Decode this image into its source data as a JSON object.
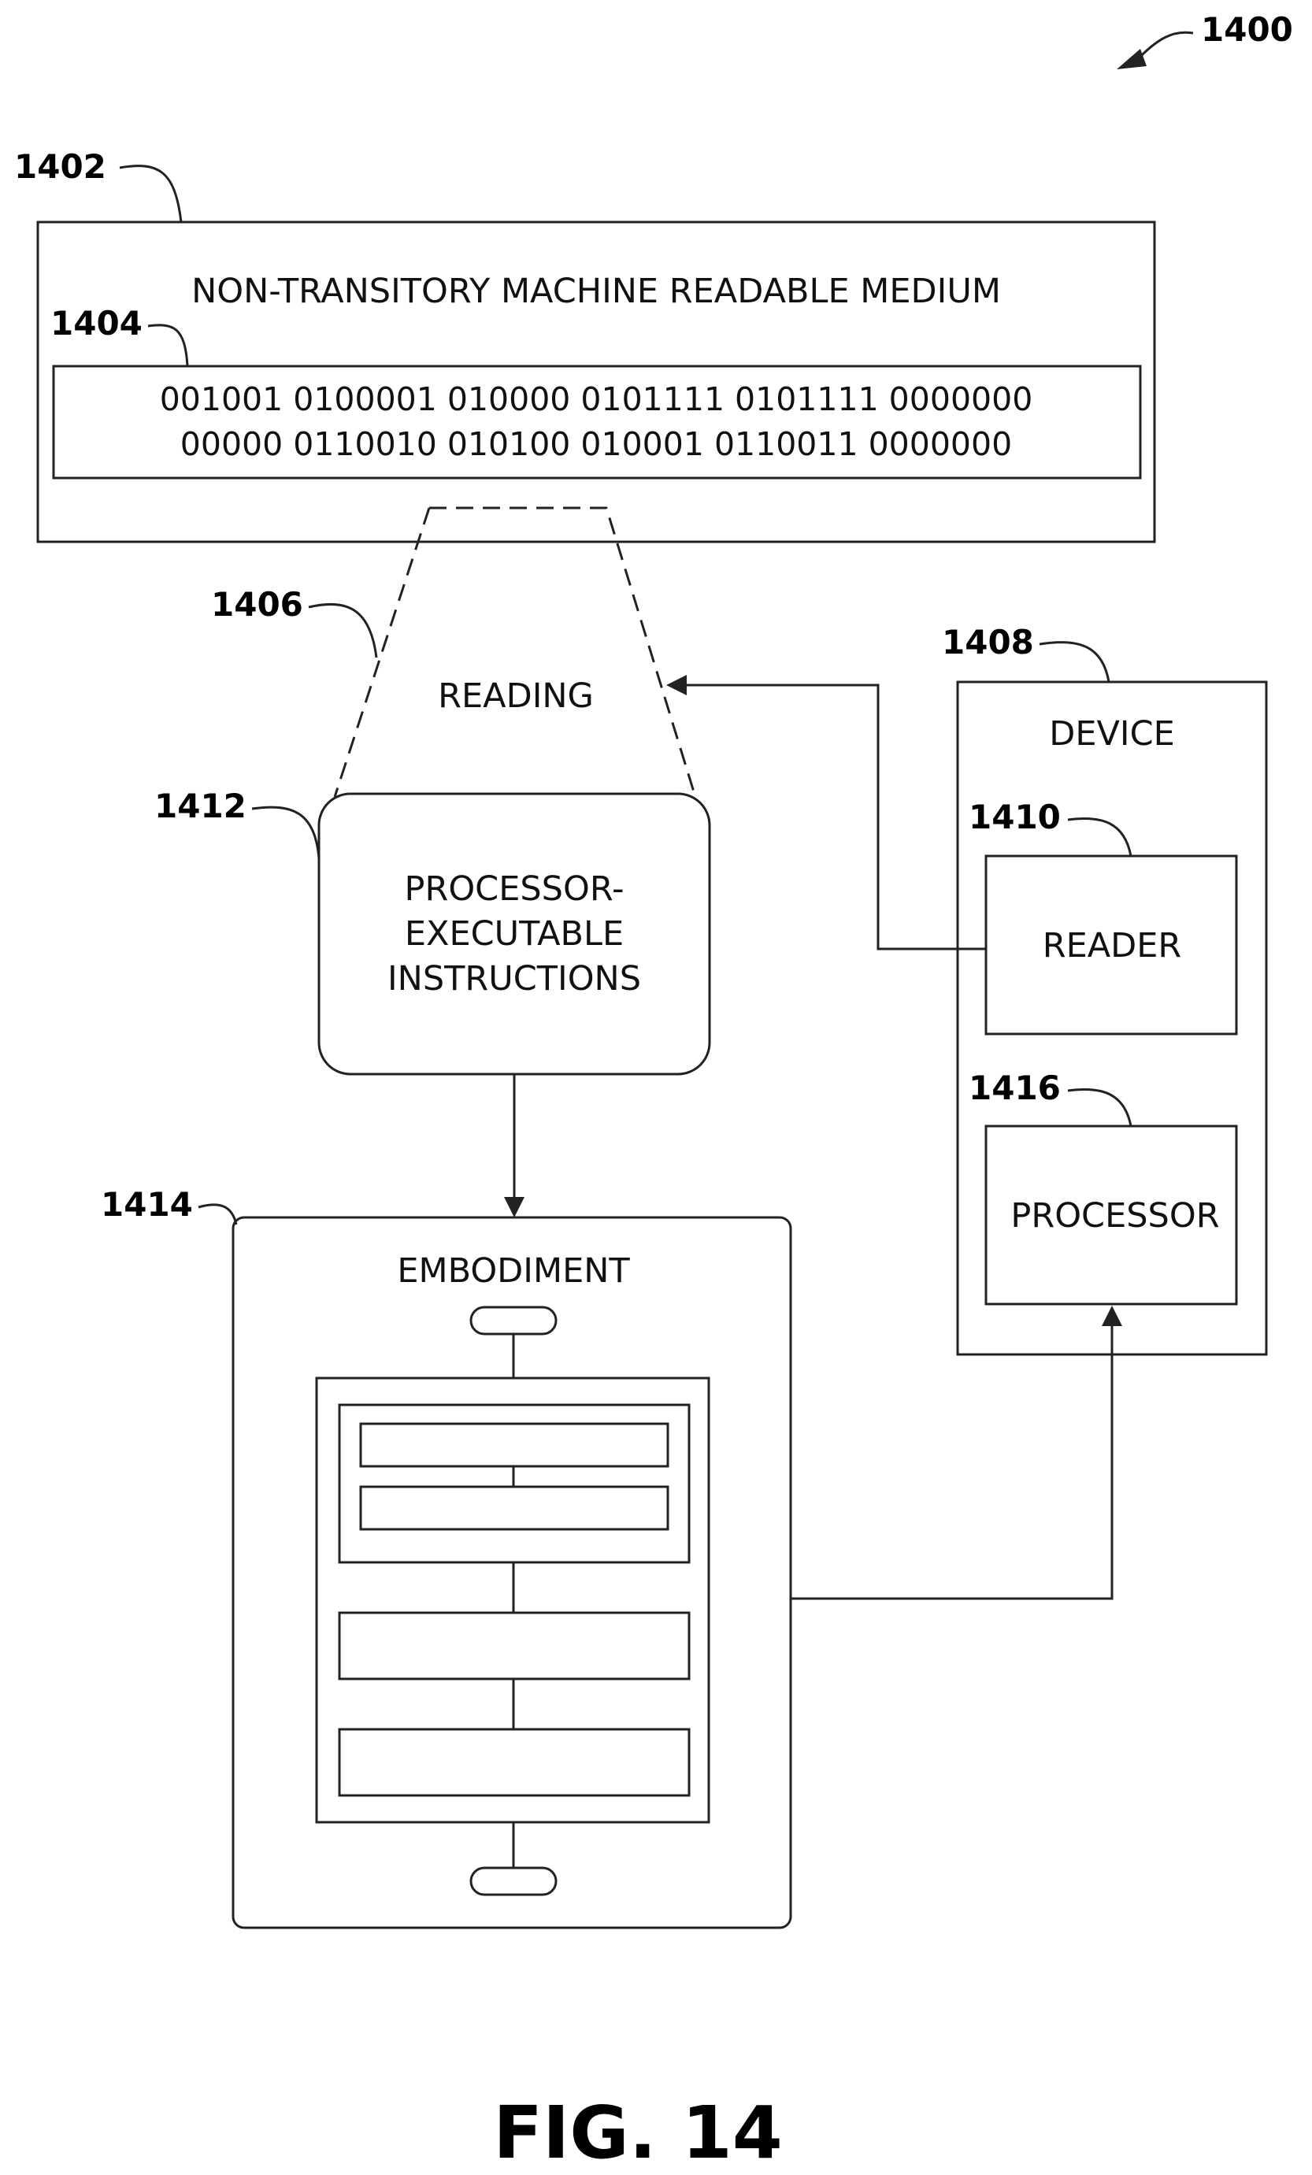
{
  "figure": {
    "ref_main": "1400",
    "caption": "FIG. 14"
  },
  "medium": {
    "ref": "1402",
    "title": "NON-TRANSITORY MACHINE READABLE MEDIUM"
  },
  "data_block": {
    "ref": "1404",
    "line1": "001001 0100001 010000 0101111 0101111 0000000",
    "line2": "00000 0110010 010100 010001 0110011 0000000"
  },
  "reading": {
    "ref": "1406",
    "label": "READING"
  },
  "instructions": {
    "ref": "1412",
    "line1": "PROCESSOR-",
    "line2": "EXECUTABLE",
    "line3": "INSTRUCTIONS"
  },
  "device": {
    "ref": "1408",
    "label": "DEVICE"
  },
  "reader": {
    "ref": "1410",
    "label": "READER"
  },
  "processor": {
    "ref": "1416",
    "label": "PROCESSOR"
  },
  "embodiment": {
    "ref": "1414",
    "label": "EMBODIMENT"
  }
}
